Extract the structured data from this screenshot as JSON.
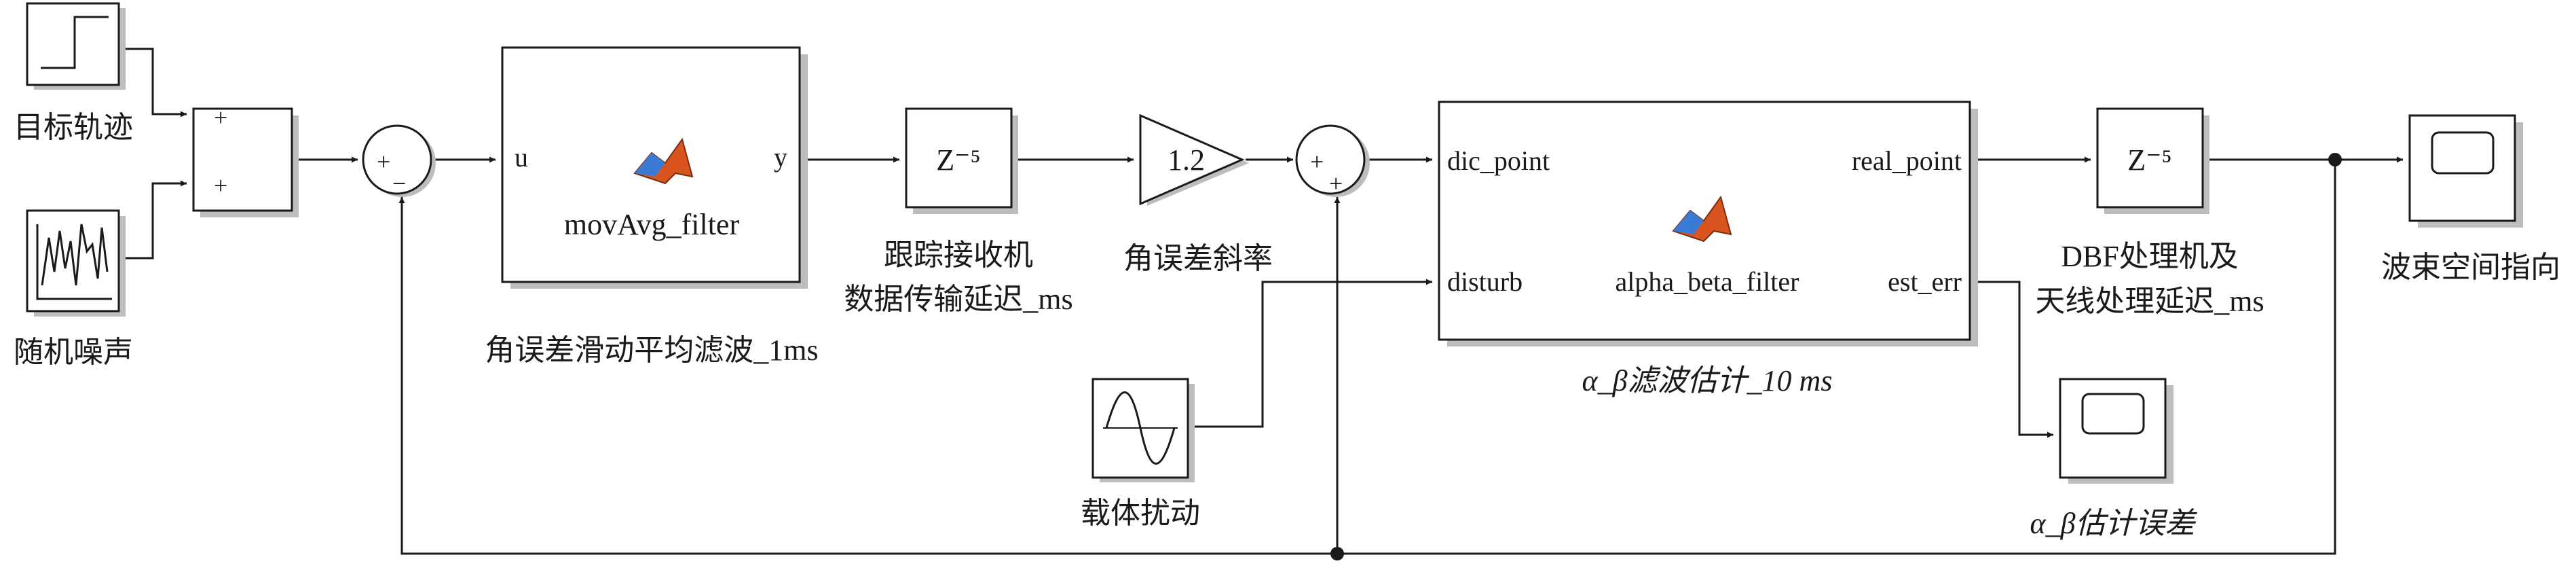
{
  "blocks": {
    "target": {
      "label": "目标轨迹"
    },
    "noise": {
      "label": "随机噪声"
    },
    "sum1": {
      "sign_top": "+",
      "sign_bottom": "+"
    },
    "sum2": {
      "sign_left": "+",
      "sign_bottom": "−"
    },
    "movavg": {
      "name": "movAvg_filter",
      "in_port": "u",
      "out_port": "y",
      "label": "角误差滑动平均滤波_1ms"
    },
    "delay1": {
      "text": "Z⁻⁵",
      "label_line1": "跟踪接收机",
      "label_line2": "数据传输延迟_ms"
    },
    "gain": {
      "value": "1.2",
      "label": "角误差斜率"
    },
    "sum3": {
      "sign_left": "+",
      "sign_bottom": "+"
    },
    "disturb": {
      "label": "载体扰动"
    },
    "ab_filter": {
      "name": "alpha_beta_filter",
      "in1": "dic_point",
      "in2": "disturb",
      "out1": "real_point",
      "out2": "est_err",
      "label": "α_β滤波估计_10 ms"
    },
    "delay2": {
      "text": "Z⁻⁵",
      "label_line1": "DBF处理机及",
      "label_line2": "天线处理延迟_ms"
    },
    "scope_beam": {
      "label": "波束空间指向"
    },
    "scope_err": {
      "label": "α_β估计误差"
    }
  },
  "icons": [
    "step-icon",
    "random-noise-icon",
    "matlab-function-icon",
    "sine-wave-icon",
    "scope-icon"
  ]
}
